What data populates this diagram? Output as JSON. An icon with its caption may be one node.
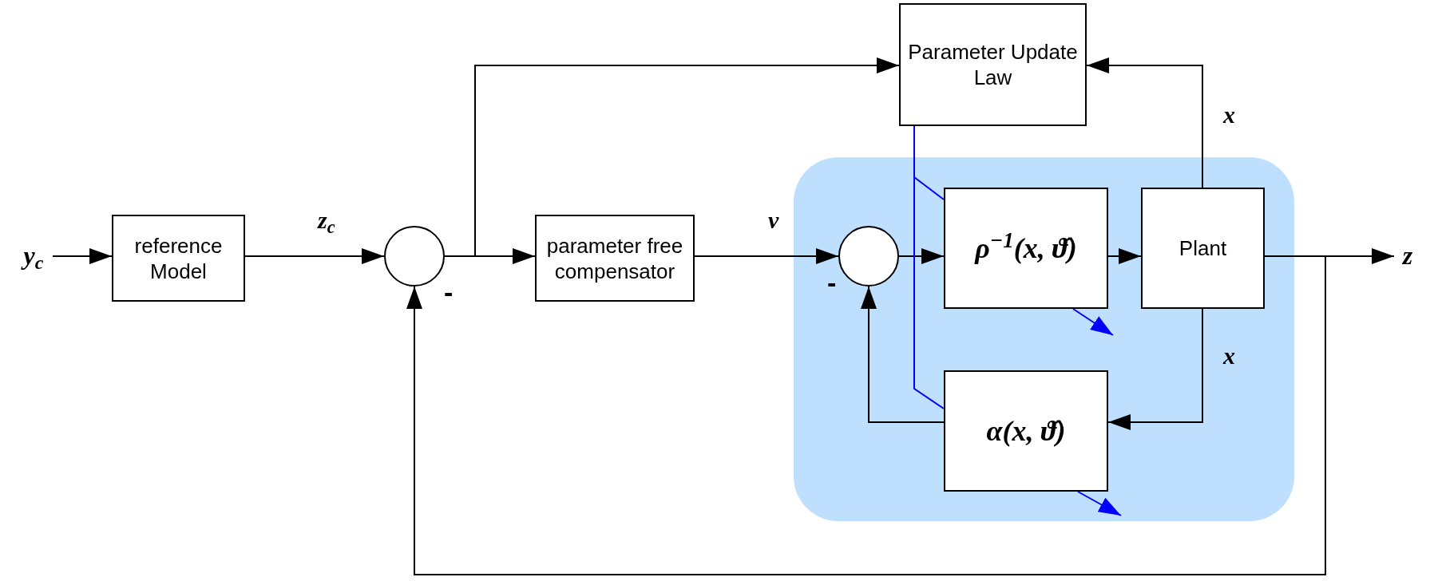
{
  "diagram": {
    "nodes": [
      {
        "text": [
          "y$_{c}$"
        ]
      },
      {
        "text": [
          "reference Model"
        ]
      },
      {
        "text": [],
        "shape": "circle"
      },
      {
        "text": [
          "Parameter Update Law"
        ]
      },
      {
        "text": [
          "parameter free compensator"
        ]
      },
      {
        "text": [],
        "shape": "box"
      },
      {
        "text": [],
        "shape": "circle",
        "in": 5
      },
      {
        "text": [
          "ρ$^{−1}$(x, ϑ̂)"
        ],
        "in": 5
      },
      {
        "text": [
          "Plant"
        ],
        "in": 5
      },
      {
        "text": [
          "α(x, ϑ̂)"
        ],
        "in": 5
      },
      {
        "text": [
          "z"
        ]
      }
    ],
    "edges": [
      {
        "from": 0,
        "to": 1,
        "arrow": "to"
      },
      {
        "from": 1,
        "to": 2,
        "arrow": "to",
        "label": "z$_{c}$"
      },
      {
        "from": 2,
        "to": 4,
        "arrow": "to"
      },
      {
        "from": 2,
        "to": 3,
        "arrow": "to"
      },
      {
        "from": 4,
        "to": 6,
        "arrow": "to",
        "label": "v"
      },
      {
        "from": 6,
        "to": 7,
        "arrow": "to"
      },
      {
        "from": 7,
        "to": 8,
        "arrow": "to"
      },
      {
        "from": 8,
        "to": 10,
        "arrow": "to"
      },
      {
        "from": 8,
        "to": 3,
        "arrow": "to",
        "label": "x"
      },
      {
        "from": 8,
        "to": 9,
        "arrow": "to",
        "label": "x"
      },
      {
        "from": 9,
        "to": 6,
        "arrow": "to"
      },
      {
        "from": 8,
        "to": 2,
        "arrow": "to"
      },
      {
        "from": 3,
        "to": 7,
        "arrow": "none",
        "color": "#0000ff"
      },
      {
        "from": 3,
        "to": 9,
        "arrow": "none",
        "color": "#0000ff"
      },
      {
        "from": 7,
        "to": null,
        "arrow": "to",
        "color": "#0000ff"
      },
      {
        "from": 9,
        "to": null,
        "arrow": "to",
        "color": "#0000ff"
      }
    ],
    "labels": [
      "-",
      "-"
    ]
  }
}
